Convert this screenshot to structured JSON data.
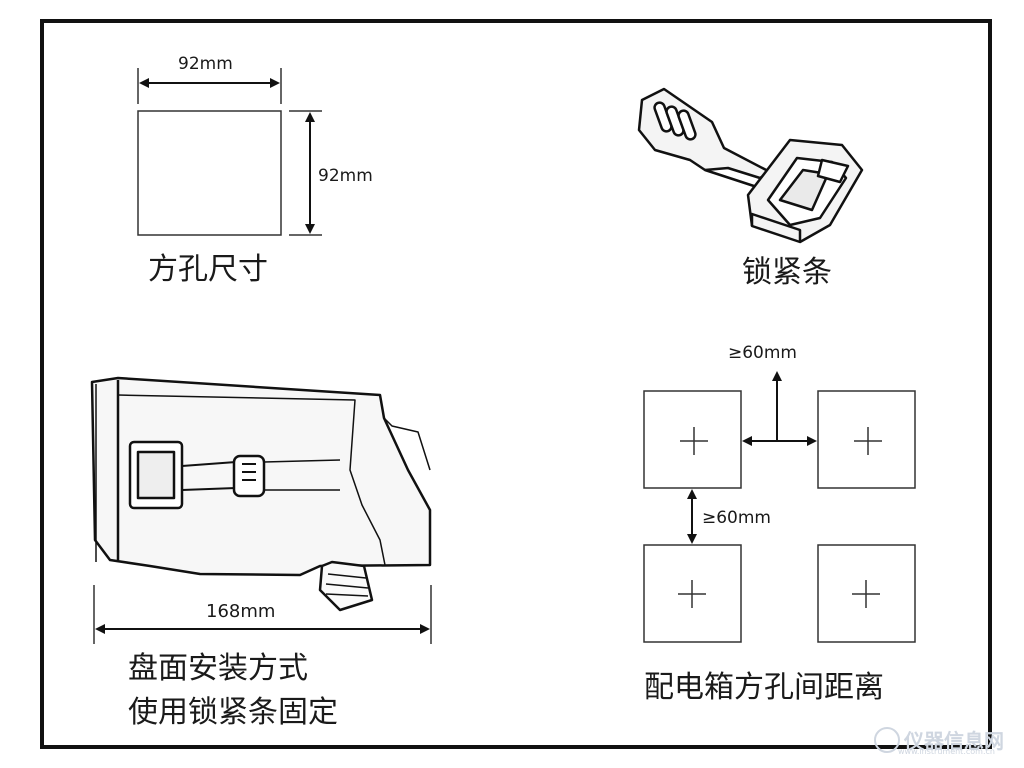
{
  "cutout": {
    "title": "方孔尺寸",
    "width_label": "92mm",
    "height_label": "92mm"
  },
  "lock_strip": {
    "title": "锁紧条"
  },
  "panel_mount": {
    "width_label": "168mm",
    "title_line1": "盘面安装方式",
    "title_line2": "使用锁紧条固定"
  },
  "spacing": {
    "title": "配电箱方孔间距离",
    "vertical_label": "≥60mm",
    "horizontal_label": "≥60mm"
  },
  "watermark": {
    "text": "仪器信息网",
    "sub": "www.instrument.com.cn"
  },
  "colors": {
    "line": "#111111",
    "watermark": "#cfd6e0"
  }
}
